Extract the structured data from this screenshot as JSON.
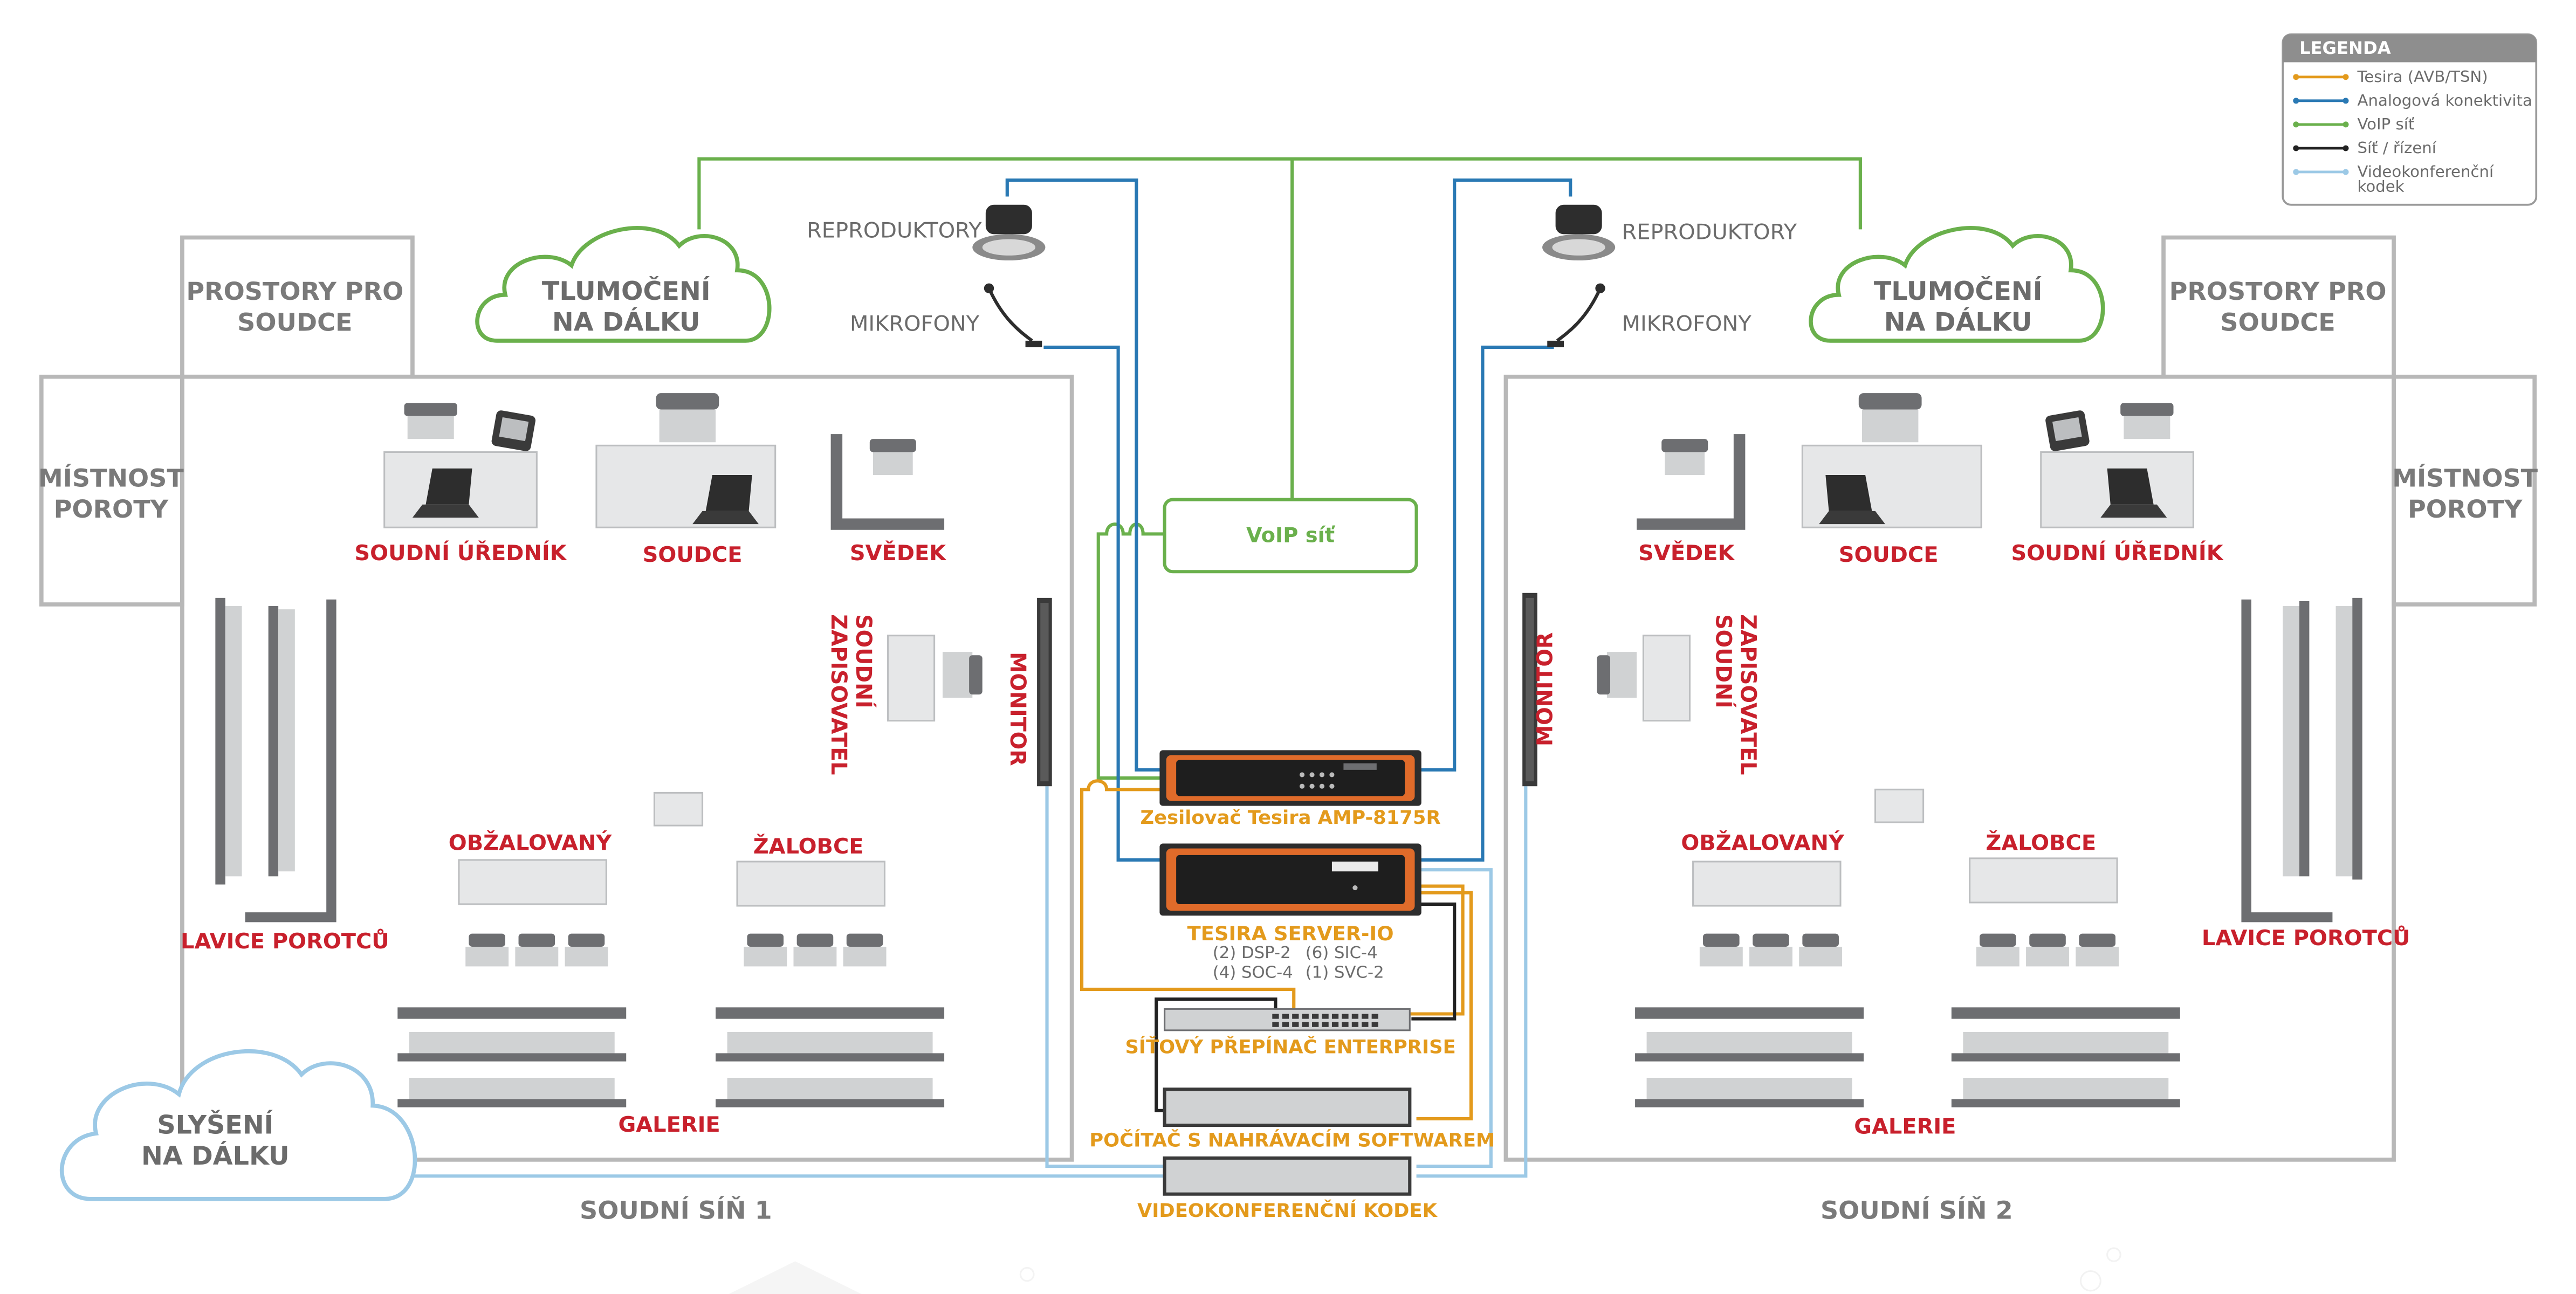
{
  "legend": {
    "title": "LEGENDA",
    "items": [
      {
        "label": "Tesira (AVB/TSN)",
        "color": "#e39a1c"
      },
      {
        "label": "Analogová konektivita",
        "color": "#2a79b4"
      },
      {
        "label": "VoIP síť",
        "color": "#6ab04c"
      },
      {
        "label": "Síť / řízení",
        "color": "#222222"
      },
      {
        "label": "Videokonferenční",
        "label2": "kodek",
        "color": "#9cc9e6"
      }
    ]
  },
  "left": {
    "cloud_line1": "TLUMOČENÍ",
    "cloud_line2": "NA DÁLKU",
    "speakers": "REPRODUKTORY",
    "mics": "MIKROFONY",
    "judge_area_line1": "PROSTORY PRO",
    "judge_area_line2": "SOUDCE",
    "jury_room_line1": "MÍSTNOST",
    "jury_room_line2": "POROTY",
    "clerk": "SOUDNÍ ÚŘEDNÍK",
    "judge": "SOUDCE",
    "witness": "SVĚDEK",
    "reporter_line1": "SOUDNÍ",
    "reporter_line2": "ZAPISOVATEL",
    "monitor": "MONITOR",
    "defendant": "OBŽALOVANÝ",
    "prosecutor": "ŽALOBCE",
    "jury_box": "LAVICE POROTCŮ",
    "gallery": "GALERIE",
    "hearing_cloud_line1": "SLYŠENÍ",
    "hearing_cloud_line2": "NA DÁLKU",
    "room": "SOUDNÍ SÍŇ 1"
  },
  "right": {
    "cloud_line1": "TLUMOČENÍ",
    "cloud_line2": "NA DÁLKU",
    "speakers": "REPRODUKTORY",
    "mics": "MIKROFONY",
    "judge_area_line1": "PROSTORY PRO",
    "judge_area_line2": "SOUDCE",
    "jury_room_line1": "MÍSTNOST",
    "jury_room_line2": "POROTY",
    "clerk": "SOUDNÍ ÚŘEDNÍK",
    "judge": "SOUDCE",
    "witness": "SVĚDEK",
    "reporter_line1": "SOUDNÍ",
    "reporter_line2": "ZAPISOVATEL",
    "monitor": "MONITOR",
    "defendant": "OBŽALOVANÝ",
    "prosecutor": "ŽALOBCE",
    "jury_box": "LAVICE POROTCŮ",
    "gallery": "GALERIE",
    "room": "SOUDNÍ SÍŇ 2"
  },
  "center": {
    "voip": "VoIP síť",
    "amp": "Zesilovač Tesira AMP-8175R",
    "server": "TESIRA SERVER-IO",
    "server_cards_l1": "(2) DSP-2",
    "server_cards_l2": "(4) SOC-4",
    "server_cards_r1": "(6) SIC-4",
    "server_cards_r2": "(1) SVC-2",
    "switch": "SÍŤOVÝ PŘEPÍNAČ ENTERPRISE",
    "pc": "POČÍTAČ S NAHRÁVACÍM SOFTWAREM",
    "codec": "VIDEOKONFERENČNÍ KODEK"
  },
  "colors": {
    "tesira": "#e39a1c",
    "analog": "#2a79b4",
    "voip": "#6ab04c",
    "network": "#222222",
    "video": "#9cc9e6",
    "label_red": "#c8202c",
    "wall_gray": "#b8b8b8"
  }
}
